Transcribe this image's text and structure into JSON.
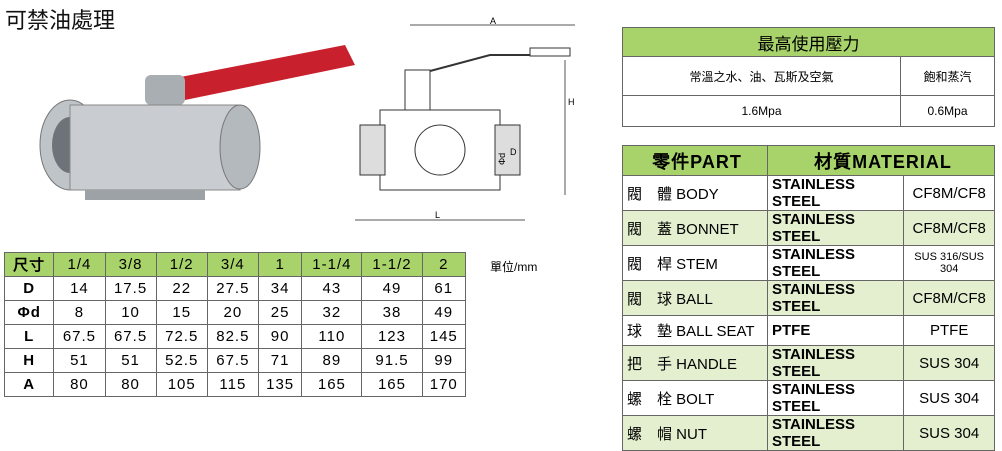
{
  "title": "可禁油處理",
  "unit": "單位/mm",
  "diagram_labels": {
    "A": "A",
    "H": "H",
    "D": "D",
    "phid": "Φd",
    "L": "L"
  },
  "dimensions": {
    "header": [
      "尺寸",
      "1/4",
      "3/8",
      "1/2",
      "3/4",
      "1",
      "1-1/4",
      "1-1/2",
      "2"
    ],
    "rows": [
      [
        "D",
        "14",
        "17.5",
        "22",
        "27.5",
        "34",
        "43",
        "49",
        "61"
      ],
      [
        "Φd",
        "8",
        "10",
        "15",
        "20",
        "25",
        "32",
        "38",
        "49"
      ],
      [
        "L",
        "67.5",
        "67.5",
        "72.5",
        "82.5",
        "90",
        "110",
        "123",
        "145"
      ],
      [
        "H",
        "51",
        "51",
        "52.5",
        "67.5",
        "71",
        "89",
        "91.5",
        "99"
      ],
      [
        "A",
        "80",
        "80",
        "105",
        "115",
        "135",
        "165",
        "165",
        "170"
      ]
    ]
  },
  "pressure": {
    "title": "最高使用壓力",
    "media": [
      "常溫之水、油、瓦斯及空氣",
      "飽和蒸汽"
    ],
    "values": [
      "1.6Mpa",
      "0.6Mpa"
    ]
  },
  "parts": {
    "header": [
      "零件PART",
      "材質MATERIAL"
    ],
    "rows": [
      [
        "閥　體 BODY",
        "STAINLESS STEEL",
        "CF8M/CF8"
      ],
      [
        "閥　蓋 BONNET",
        "STAINLESS STEEL",
        "CF8M/CF8"
      ],
      [
        "閥　桿 STEM",
        "STAINLESS STEEL",
        "SUS 316/SUS 304"
      ],
      [
        "閥　球 BALL",
        "STAINLESS STEEL",
        "CF8M/CF8"
      ],
      [
        "球　墊 BALL SEAT",
        "PTFE",
        "PTFE"
      ],
      [
        "把　手 HANDLE",
        "STAINLESS STEEL",
        "SUS 304"
      ],
      [
        "螺　栓 BOLT",
        "STAINLESS STEEL",
        "SUS 304"
      ],
      [
        "螺　帽 NUT",
        "STAINLESS STEEL",
        "SUS 304"
      ]
    ]
  },
  "colors": {
    "header_green": "#a8d36a",
    "row_green": "#e3efcf",
    "handle_red": "#c8202c"
  }
}
